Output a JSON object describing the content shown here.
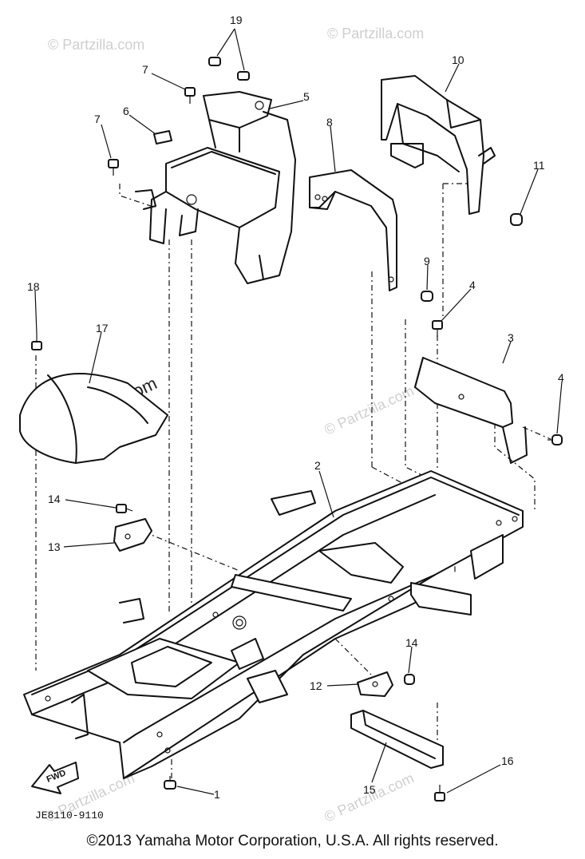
{
  "watermarks": {
    "main": "© Partzilla.com",
    "faint": "© Partzilla.com"
  },
  "callouts": {
    "c1": "1",
    "c2": "2",
    "c3": "3",
    "c4a": "4",
    "c4b": "4",
    "c5": "5",
    "c6": "6",
    "c7a": "7",
    "c7b": "7",
    "c8": "8",
    "c9": "9",
    "c10": "10",
    "c11": "11",
    "c12": "12",
    "c13": "13",
    "c14a": "14",
    "c14b": "14",
    "c15": "15",
    "c16": "16",
    "c17": "17",
    "c18": "18",
    "c19": "19"
  },
  "fwd_label": "FWD",
  "diagram_code": "JE8110-9110",
  "copyright": "©2013  Yamaha Motor Corporation, U.S.A. All rights reserved."
}
